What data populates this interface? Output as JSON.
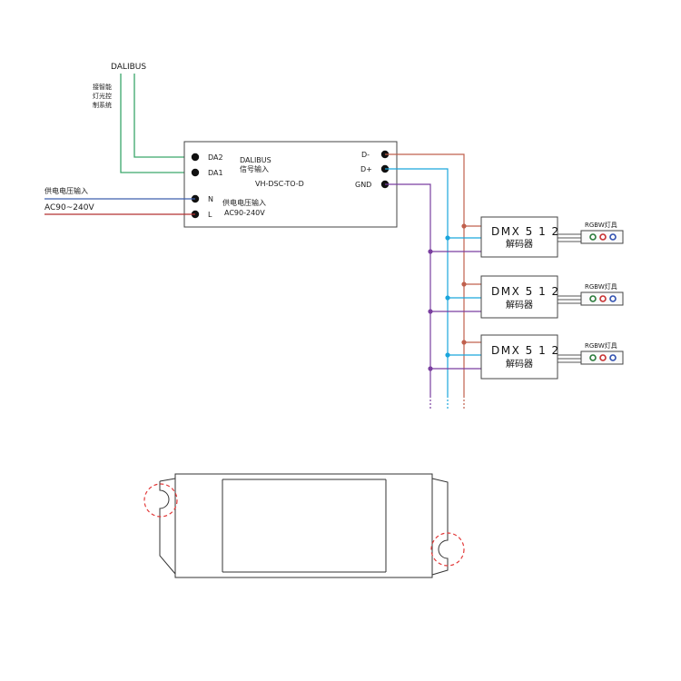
{
  "bus": {
    "label": "DALIBUS",
    "control_system_label": [
      "接智能",
      "灯光控",
      "制系统"
    ]
  },
  "controller": {
    "model": "VH-DSC-TO-D",
    "signal_input_label": [
      "DALIBUS",
      "信号输入"
    ],
    "power_input_label": [
      "供电电压输入",
      "AC90-240V"
    ],
    "terminals": {
      "da2": "DA2",
      "da1": "DA1",
      "n": "N",
      "l": "L",
      "d_minus": "D-",
      "d_plus": "D+",
      "gnd": "GND"
    }
  },
  "mains": {
    "title": "供电电压输入",
    "voltage": "AC90~240V"
  },
  "decoders": [
    {
      "line1": "DMX 5 1 2",
      "line2": "解码器",
      "fixture": "RGBW灯具"
    },
    {
      "line1": "DMX 5 1 2",
      "line2": "解码器",
      "fixture": "RGBW灯具"
    },
    {
      "line1": "DMX 5 1 2",
      "line2": "解码器",
      "fixture": "RGBW灯具"
    }
  ],
  "colors": {
    "green": "#3aa66a",
    "blue": "#3f5fae",
    "red": "#b53232",
    "d_minus": "#c0604d",
    "d_plus": "#1ba6dc",
    "gnd": "#7a3fa0",
    "mount_hole": "#e23a3a"
  }
}
